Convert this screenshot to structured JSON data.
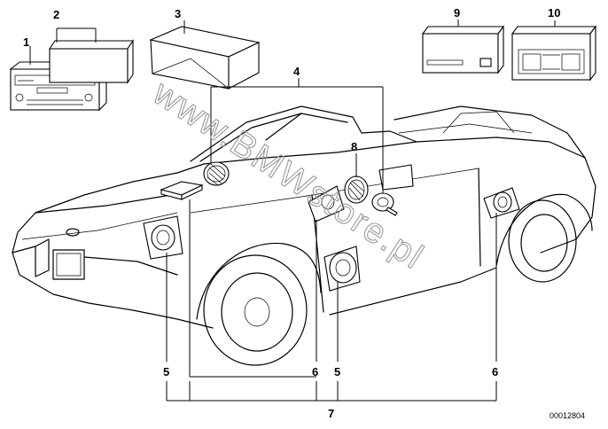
{
  "callouts": {
    "c1": "1",
    "c2": "2",
    "c3": "3",
    "c4": "4",
    "c5a": "5",
    "c5b": "5",
    "c6a": "6",
    "c6b": "6",
    "c7": "7",
    "c8": "8",
    "c9": "9",
    "c10": "10"
  },
  "diagram_code": "00012804",
  "watermark": "www.BMWstore.pl"
}
